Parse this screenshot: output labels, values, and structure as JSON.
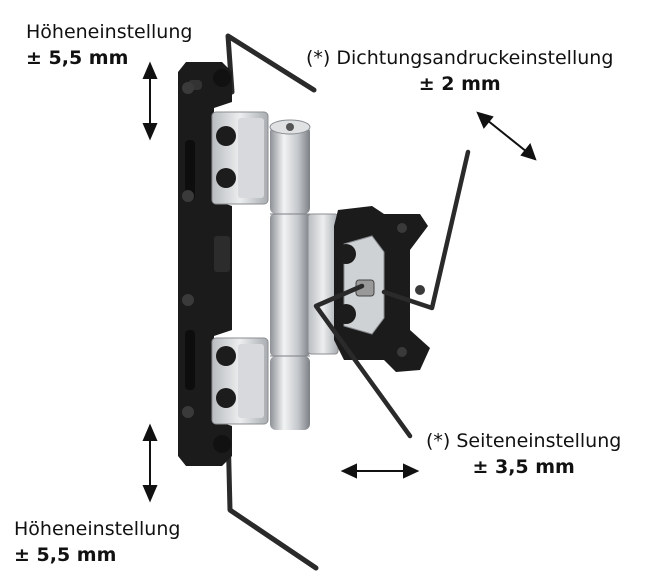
{
  "labels": {
    "height_top": {
      "title": "Höheneinstellung",
      "value": "± 5,5 mm"
    },
    "gasket": {
      "title": "(*) Dichtungsandruckeinstellung",
      "value": "± 2 mm"
    },
    "lateral": {
      "title": "(*) Seiteneinstellung",
      "value": "± 3,5 mm"
    },
    "height_bottom": {
      "title": "Höheneinstellung",
      "value": "± 5,5 mm"
    }
  },
  "colors": {
    "frame": "#1a1a1a",
    "steel": "#c9ccd0",
    "arrow": "#111111"
  }
}
